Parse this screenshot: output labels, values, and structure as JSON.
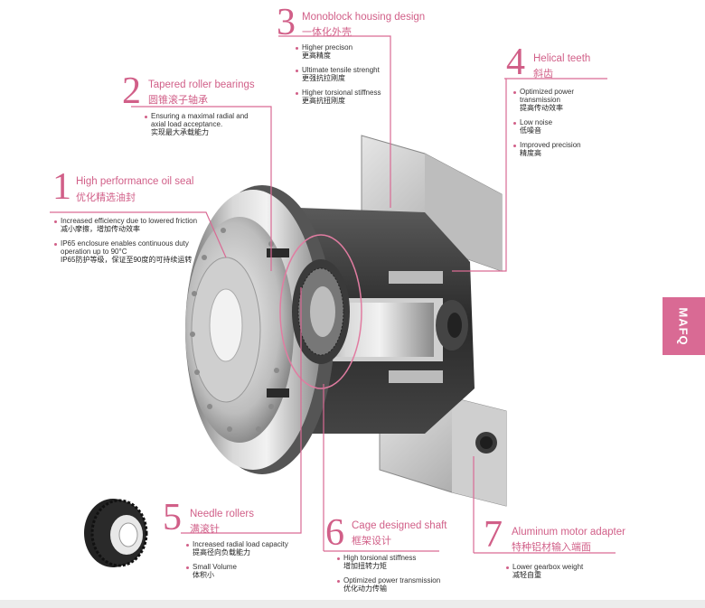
{
  "brand_tab": "MAFQ",
  "colors": {
    "accent": "#d15f88",
    "tab": "#d96a94",
    "text": "#333333"
  },
  "callouts": [
    {
      "number": "1",
      "title": "High performance oil seal",
      "title_cn": "优化精选油封",
      "items": [
        {
          "en": "Increased efficiency due to lowered friction",
          "cn": "减小摩擦，增加传动效率"
        },
        {
          "en": "IP65 enclosure enables continuous duty operation up to 90°C",
          "cn": "IP65防护等级，保证至90度的可持续运转"
        }
      ]
    },
    {
      "number": "2",
      "title": "Tapered roller bearings",
      "title_cn": "圆锥滚子轴承",
      "items": [
        {
          "en": "Ensuring a maximal radial and axial load acceptance.",
          "cn": "实现最大承载能力"
        }
      ]
    },
    {
      "number": "3",
      "title": "Monoblock housing design",
      "title_cn": "一体化外壳",
      "items": [
        {
          "en": "Higher precison",
          "cn": "更高精度"
        },
        {
          "en": "Ultimate tensile strenght",
          "cn": "更强抗拉刚度"
        },
        {
          "en": "Higher torsional  stiffness",
          "cn": "更高抗扭刚度"
        }
      ]
    },
    {
      "number": "4",
      "title": "Helical teeth",
      "title_cn": "斜齿",
      "items": [
        {
          "en": "Optimized power transmission",
          "cn": "提高传动效率"
        },
        {
          "en": "Low noise",
          "cn": "低噪音"
        },
        {
          "en": "Improved precision",
          "cn": "精度高"
        }
      ]
    },
    {
      "number": "5",
      "title": "Needle rollers",
      "title_cn": "满滚针",
      "items": [
        {
          "en": "Increased radial load capacity",
          "cn": "提高径向负载能力"
        },
        {
          "en": "Small Volume",
          "cn": "体积小"
        }
      ]
    },
    {
      "number": "6",
      "title": "Cage designed shaft",
      "title_cn": "框架设计",
      "items": [
        {
          "en": "High torsional stiffness",
          "cn": "增加扭转力矩"
        },
        {
          "en": "Optimized power transmission",
          "cn": "优化动力传输"
        }
      ]
    },
    {
      "number": "7",
      "title": "Aluminum motor adapter",
      "title_cn": "特种铝材输入端面",
      "items": [
        {
          "en": "Lower gearbox weight",
          "cn": "减轻自重"
        }
      ]
    }
  ]
}
